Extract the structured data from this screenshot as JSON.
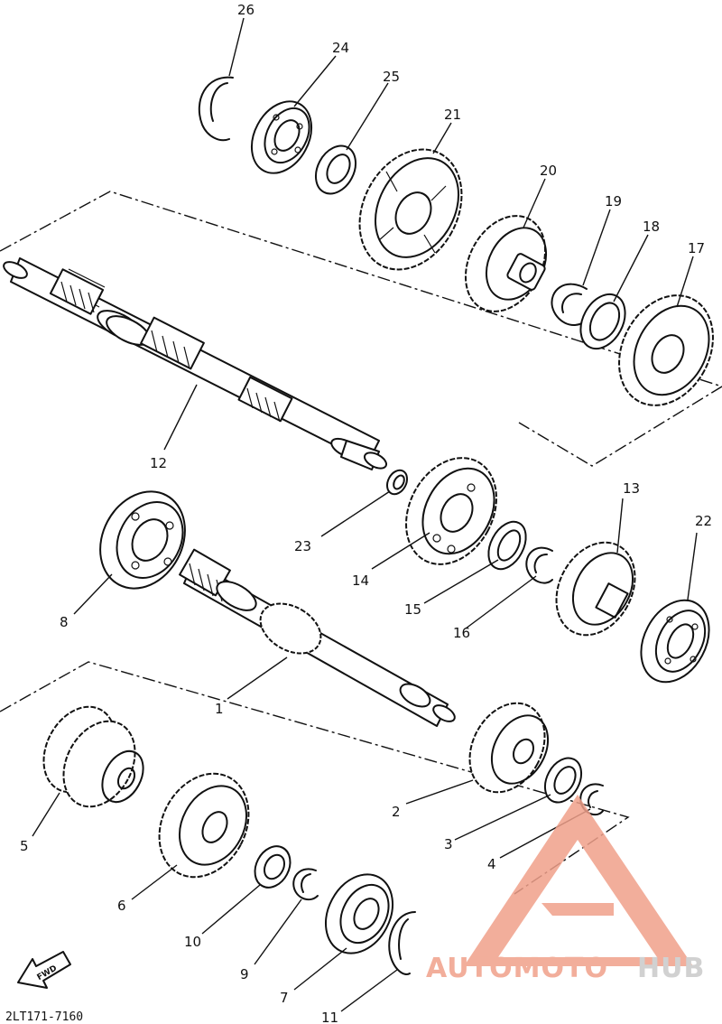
{
  "diagram": {
    "callouts": [
      "1",
      "2",
      "3",
      "4",
      "5",
      "6",
      "7",
      "8",
      "9",
      "10",
      "11",
      "12",
      "13",
      "14",
      "15",
      "16",
      "17",
      "18",
      "19",
      "20",
      "21",
      "22",
      "23",
      "24",
      "25",
      "26"
    ],
    "front_arrow_label": "FWD",
    "drawing_code": "2LT171-7160"
  },
  "watermark": {
    "part1": "AUTOMOTO",
    "part2": "HUB",
    "color_primary": "#f0a08a",
    "color_secondary": "#c9c9c9"
  }
}
